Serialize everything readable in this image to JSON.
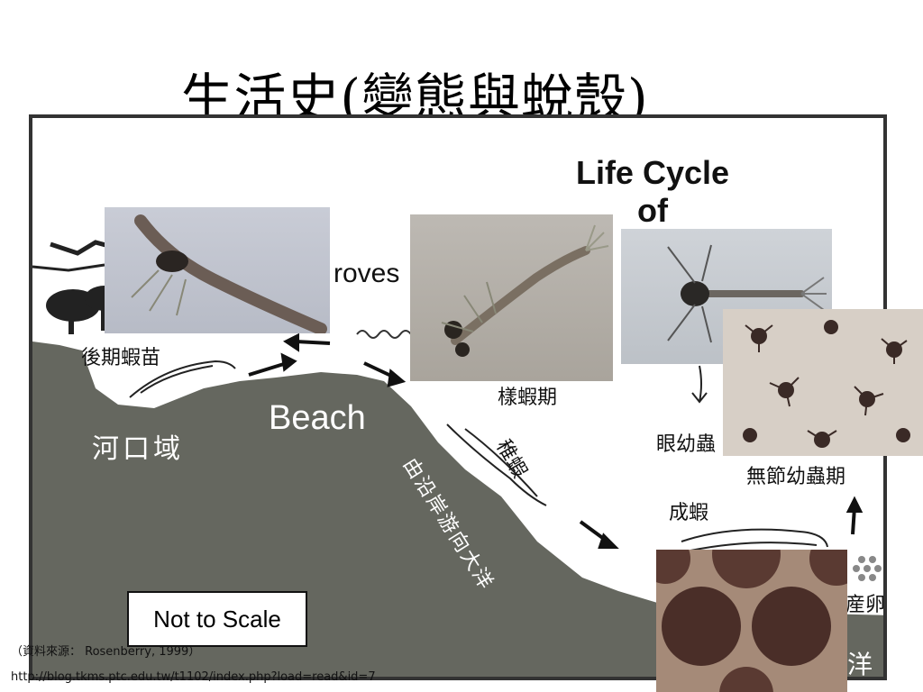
{
  "slide": {
    "title": "生活史(變態與蛻殼)",
    "source": "（資料來源： Rosenberry, 1999）",
    "url": "http://blog.tkms.ptc.edu.tw/t1102/index.php?load=read&id=7"
  },
  "diagram": {
    "life_cycle_line1": "Life Cycle",
    "life_cycle_line2": "of",
    "mangroves": "roves",
    "beach": "Beach",
    "estuary": "河口域",
    "postlarva": "後期蝦苗",
    "mysis": "樣蝦期",
    "juvenile": "稚蝦",
    "coast_to_ocean": "由沿岸游向大洋",
    "adult": "成蝦",
    "protozoea": "眼幼蟲",
    "nauplius": "無節幼蟲期",
    "egg": "産卵",
    "ocean": "洋",
    "not_to_scale": "Not to Scale"
  },
  "colors": {
    "land": "#65675f",
    "frame_border": "#333333",
    "photo_egg": "#8c6a5a"
  },
  "photos": [
    "postlarva-photo",
    "mysis-photo",
    "protozoea-photo",
    "nauplius-photo",
    "eggs-photo"
  ]
}
